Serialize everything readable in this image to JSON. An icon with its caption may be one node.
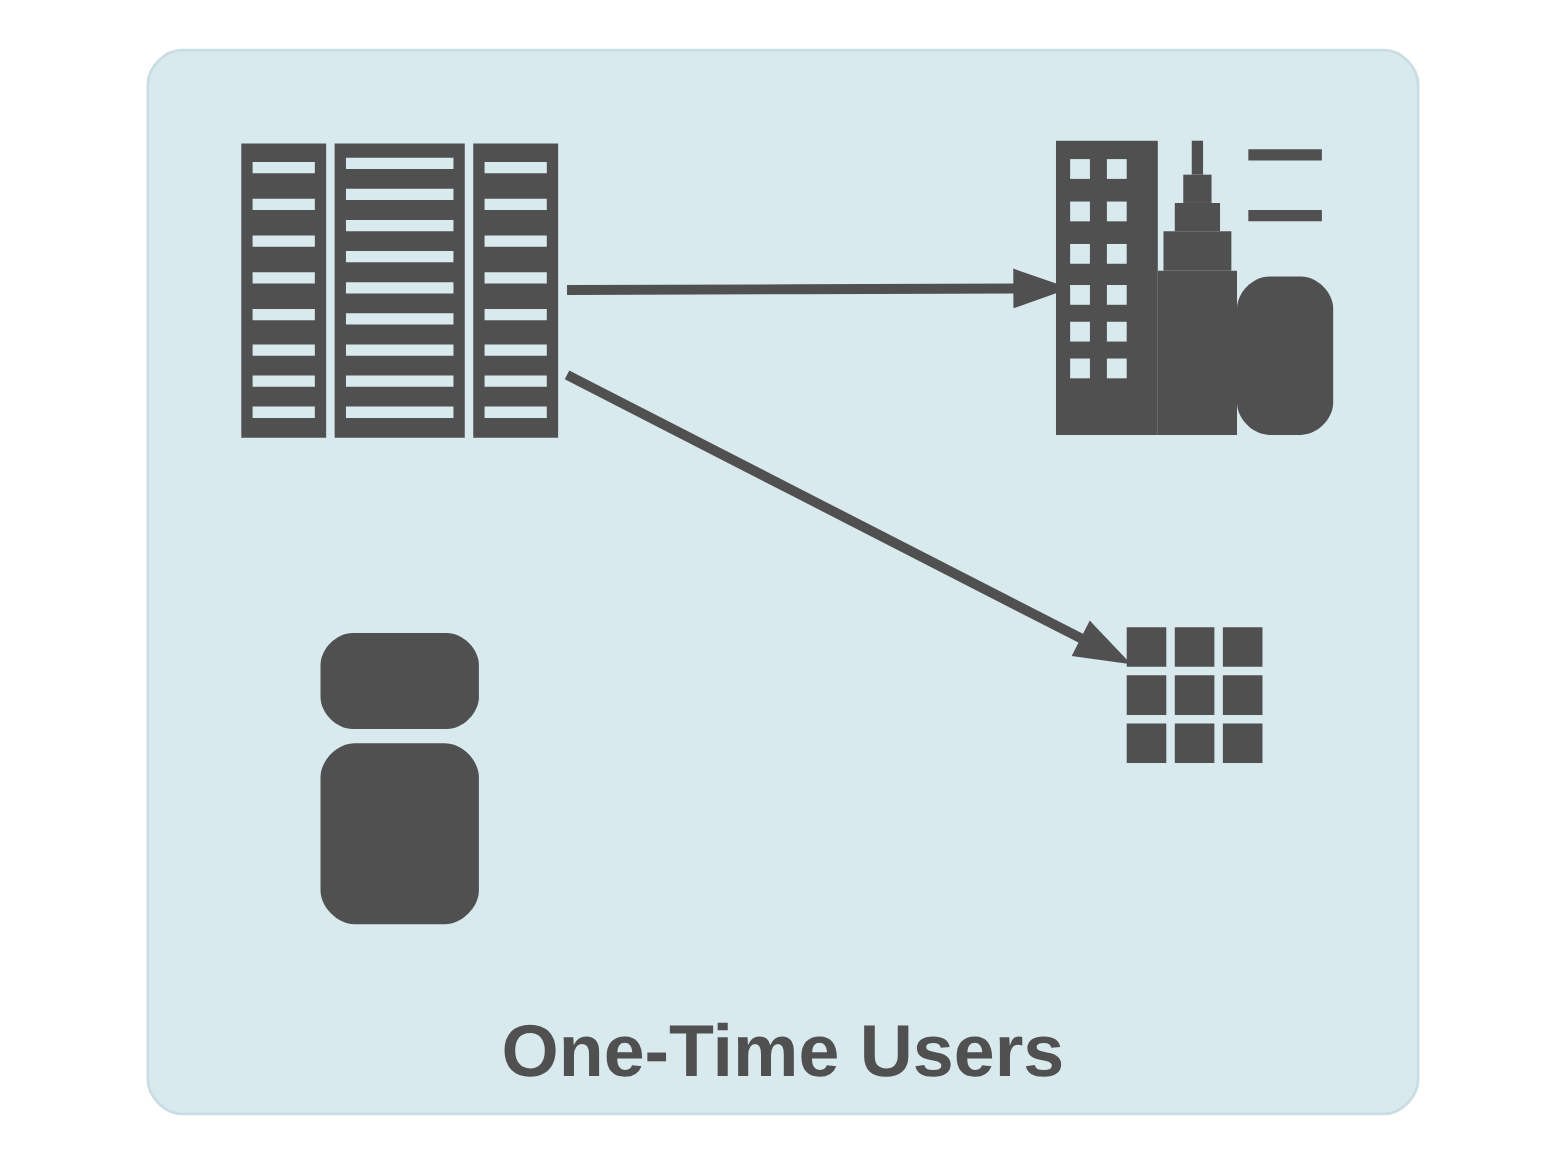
{
  "diagram": {
    "nodes": [
      {
        "text": [
          "One-Time Users"
        ]
      },
      {
        "text": [],
        "shape": "picture",
        "in": 0
      },
      {
        "text": [],
        "shape": "picture",
        "in": 0
      },
      {
        "text": [],
        "shape": "person",
        "in": 0
      },
      {
        "text": [],
        "shape": "picture",
        "in": 0
      }
    ],
    "edges": [
      {
        "from": 1,
        "to": 2,
        "arrow": "to"
      },
      {
        "from": 1,
        "to": 4,
        "arrow": "to"
      }
    ]
  }
}
